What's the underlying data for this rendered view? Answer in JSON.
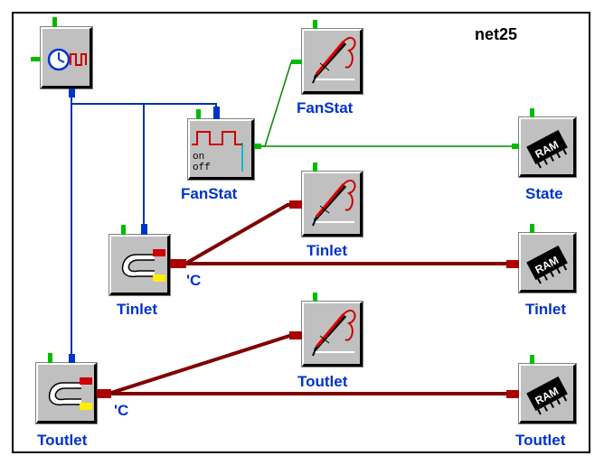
{
  "diagram": {
    "net_name": "net25",
    "colors": {
      "frame": "#000000",
      "label_text": "#0033cc",
      "wire_signal": "#0033aa",
      "wire_digital": "#008800",
      "wire_temperature": "#800000",
      "pin_green": "#00bb00",
      "pin_blue": "#0033cc",
      "pin_red": "#aa0000",
      "block_face": "#c0c0c0"
    },
    "blocks": [
      {
        "id": "clock",
        "icon": "clock-pulse-generator-icon",
        "label": ""
      },
      {
        "id": "fanstat_switch",
        "icon": "on-off-switch-icon",
        "label": "FanStat"
      },
      {
        "id": "fanstat_plot",
        "icon": "plotter-pen-icon",
        "label": "FanStat"
      },
      {
        "id": "state_ram",
        "icon": "ram-chip-icon",
        "label": "State"
      },
      {
        "id": "tinlet_sensor",
        "icon": "thermocouple-sensor-icon",
        "label": "Tinlet",
        "unit": "'C"
      },
      {
        "id": "tinlet_plot",
        "icon": "plotter-pen-icon",
        "label": "Tinlet"
      },
      {
        "id": "tinlet_ram",
        "icon": "ram-chip-icon",
        "label": "Tinlet"
      },
      {
        "id": "toutlet_sensor",
        "icon": "thermocouple-sensor-icon",
        "label": "Toutlet",
        "unit": "'C"
      },
      {
        "id": "toutlet_plot",
        "icon": "plotter-pen-icon",
        "label": "Toutlet"
      },
      {
        "id": "toutlet_ram",
        "icon": "ram-chip-icon",
        "label": "Toutlet"
      }
    ],
    "icon_text": {
      "ram": "RAM",
      "switch_on": "on",
      "switch_off": "off"
    }
  }
}
